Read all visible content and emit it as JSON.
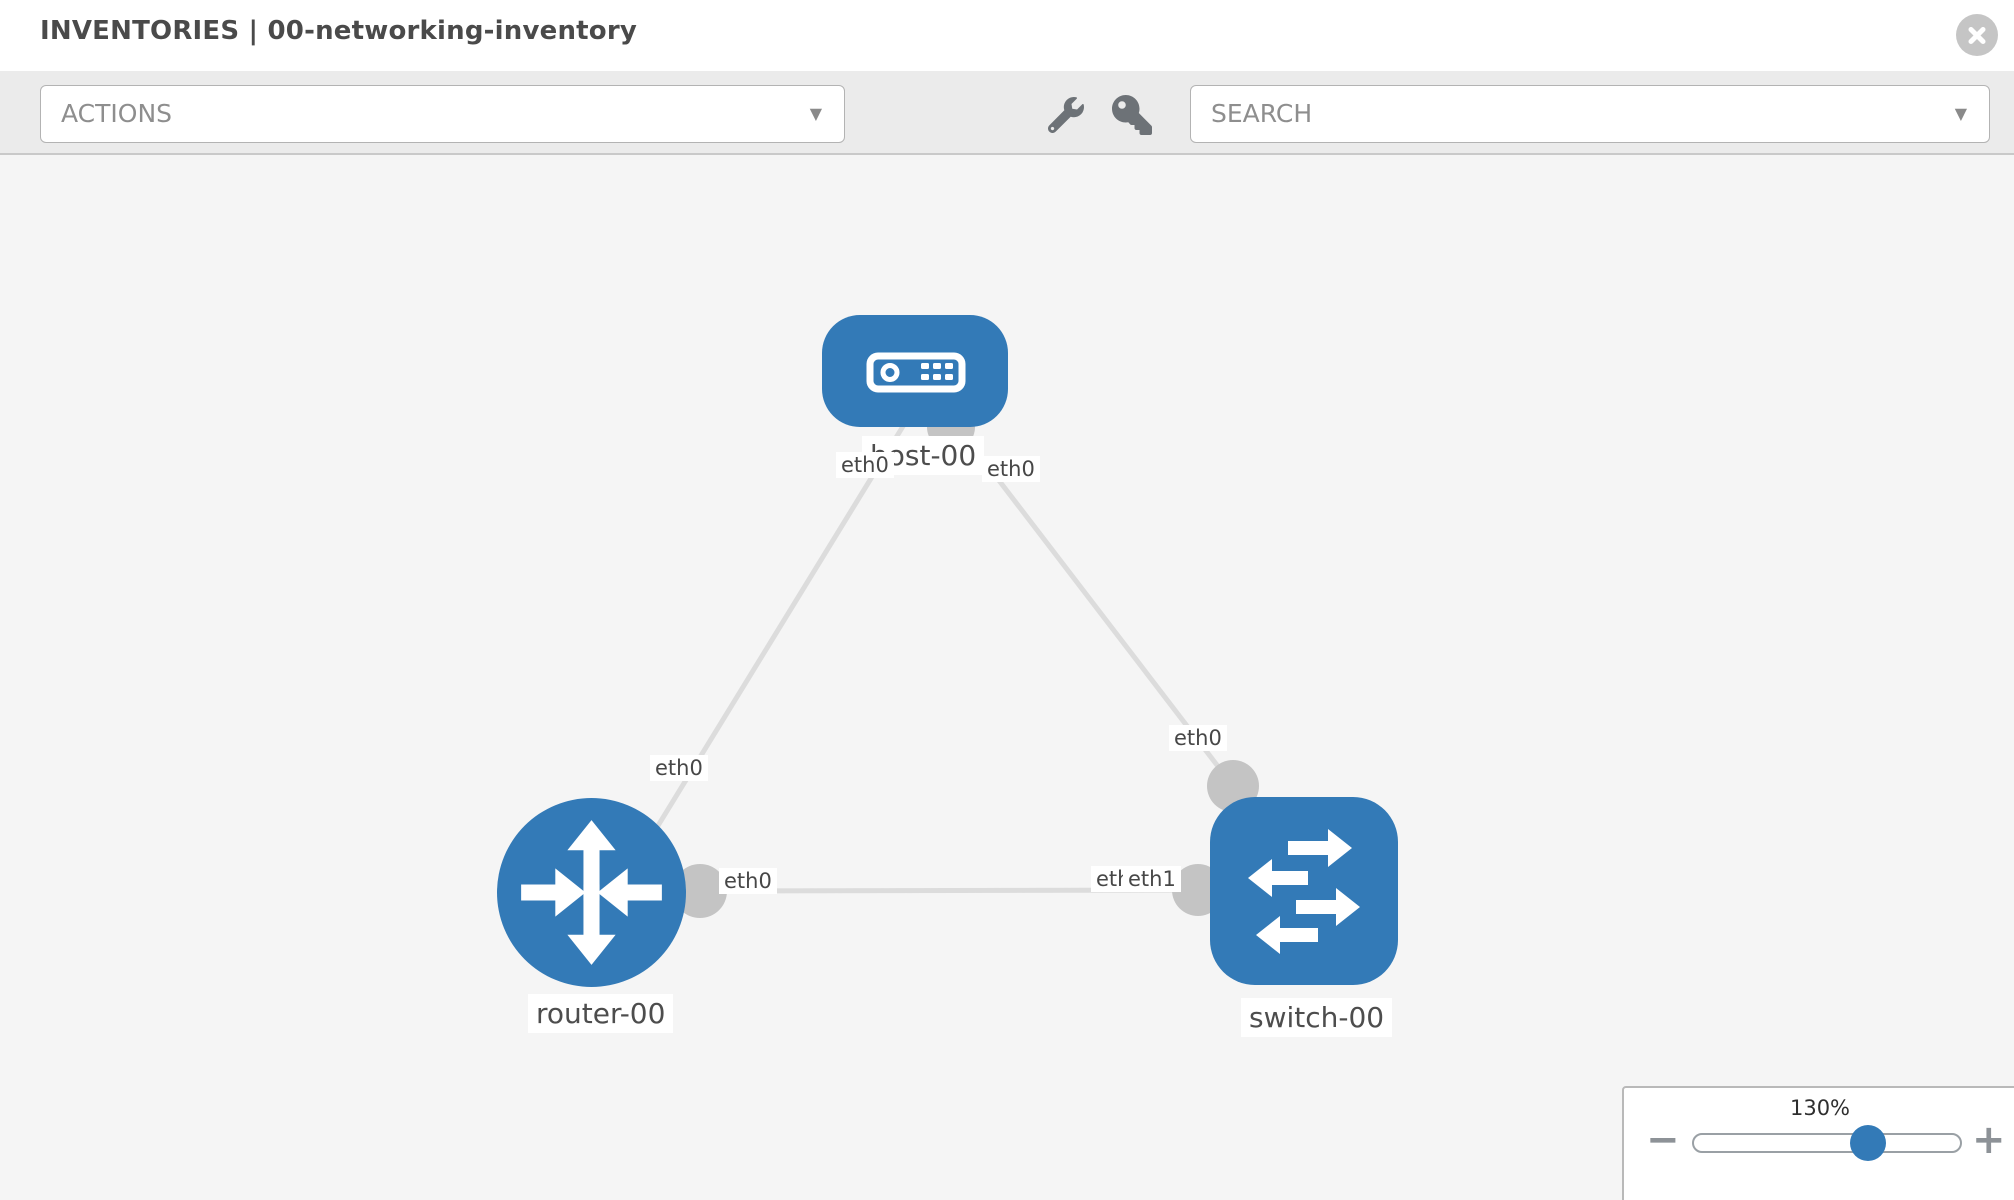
{
  "window": {
    "title": "INVENTORIES | 00-networking-inventory",
    "close_icon": "×"
  },
  "toolbar": {
    "actions": {
      "label": "ACTIONS",
      "caret": "▼"
    },
    "search": {
      "label": "SEARCH",
      "caret": "▼"
    },
    "icon_buttons": [
      "wrench",
      "key"
    ]
  },
  "canvas": {
    "nodes": [
      {
        "id": "host-00",
        "type": "host",
        "label": "host-00"
      },
      {
        "id": "router-00",
        "type": "router",
        "label": "router-00"
      },
      {
        "id": "switch-00",
        "type": "switch",
        "label": "switch-00"
      }
    ],
    "links": [
      {
        "from": "host-00",
        "from_interface": "eth0",
        "to": "router-00",
        "to_interface": "eth0"
      },
      {
        "from": "host-00",
        "from_interface": "eth0",
        "to": "switch-00",
        "to_interface": "eth0"
      },
      {
        "from": "router-00",
        "from_interface": "eth0",
        "to": "switch-00",
        "to_interface": "eth1"
      }
    ],
    "interface_labels": {
      "host_to_router_host_side": "eth0",
      "host_to_router_router_side": "eth0",
      "host_to_switch_host_side": "eth0",
      "host_to_switch_switch_side": "eth0",
      "router_to_switch_router_side": "eth0",
      "router_to_switch_switch_side_back": "eth0",
      "router_to_switch_switch_side_front": "eth1"
    }
  },
  "zoom_control": {
    "value": "130%",
    "minus": "−",
    "plus": "+"
  },
  "colors": {
    "node_fill": "#337ab7",
    "link": "#dcdcdc",
    "connector": "#c4c4c4",
    "zoom_thumb": "#337ab7"
  }
}
